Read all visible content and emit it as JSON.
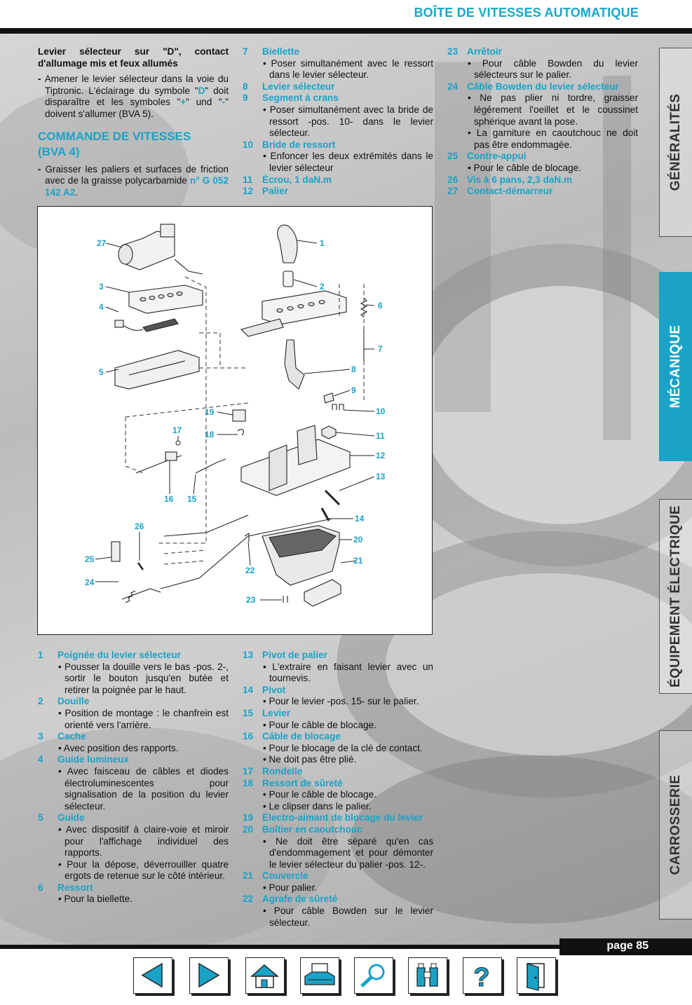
{
  "header": {
    "title": "BOÎTE DE VITESSES AUTOMATIQUE"
  },
  "intro": {
    "heading": "Levier sélecteur sur \"D\", contact d'allumage mis et feux allumés",
    "para_pre": "Amener le levier sélecteur dans la voie du Tiptronic. L'éclairage du symbole \"",
    "para_sym1": "D",
    "para_mid": "\" doit disparaître et les symboles \"",
    "para_sym2": "+",
    "para_mid2": "\" und \"",
    "para_sym3": "-",
    "para_post": "\" doivent s'allumer (BVA 5).",
    "section_title_1": "COMMANDE DE VITESSES",
    "section_title_2": "(BVA 4)",
    "para2_pre": "Graisser les paliers et surfaces de friction avec de la graisse polycarbamide ",
    "para2_ref": "n° G 052 142 A2",
    "para2_post": "."
  },
  "list_top_mid": [
    {
      "num": "7",
      "title": "Biellette",
      "notes": [
        "Poser simultanément avec le ressort dans le levier sélecteur."
      ]
    },
    {
      "num": "8",
      "title": "Levier sélecteur",
      "notes": []
    },
    {
      "num": "9",
      "title": "Segment à crans",
      "notes": [
        "Poser simultanément avec la bride de ressort -pos. 10- dans le levier sélecteur."
      ]
    },
    {
      "num": "10",
      "title": "Bride de ressort",
      "notes": [
        "Enfoncer les deux extrémités dans le levier sélecteur"
      ]
    },
    {
      "num": "11",
      "title": "Écrou, 1 daN.m",
      "notes": []
    },
    {
      "num": "12",
      "title": "Palier",
      "notes": []
    }
  ],
  "list_top_right": [
    {
      "num": "23",
      "title": "Arrêtoir",
      "notes": [
        "Pour câble Bowden du levier sélecteurs sur le palier."
      ]
    },
    {
      "num": "24",
      "title": "Câble Bowden du levier sélecteur",
      "notes": [
        "Ne pas plier ni tordre, graisser légèrement l'oeillet et le coussinet sphérique avant la pose.",
        "La garniture en caoutchouc ne doit pas être endommagée."
      ]
    },
    {
      "num": "25",
      "title": "Contre-appui",
      "notes": [
        "Pour le câble de blocage."
      ]
    },
    {
      "num": "26",
      "title": "Vis à 6 pans, 2,3 daN.m",
      "notes": []
    },
    {
      "num": "27",
      "title": "Contact-démarreur",
      "notes": []
    }
  ],
  "list_bottom_left": [
    {
      "num": "1",
      "title": "Poignée du levier sélecteur",
      "notes": [
        "Pousser la douille vers le bas -pos. 2-, sortir le bouton jusqu'en butée et retirer la poignée par le haut."
      ]
    },
    {
      "num": "2",
      "title": "Douille",
      "notes": [
        "Position de montage : le chanfrein est orienté vers l'arrière."
      ]
    },
    {
      "num": "3",
      "title": "Cache",
      "notes": [
        "Avec position des rapports."
      ]
    },
    {
      "num": "4",
      "title": "Guide lumineux",
      "notes": [
        "Avec faisceau de câbles et diodes électroluminescentes pour signalisation de la position du levier sélecteur."
      ]
    },
    {
      "num": "5",
      "title": "Guide",
      "notes": [
        "Avec dispositif à claire-voie et miroir pour l'affichage individuel des rapports.",
        "Pour la dépose, déverrouiller quatre ergots de retenue sur le côté intérieur."
      ]
    },
    {
      "num": "6",
      "title": "Ressort",
      "notes": [
        "Pour la biellette."
      ]
    }
  ],
  "list_bottom_mid": [
    {
      "num": "13",
      "title": "Pivot de palier",
      "notes": [
        "L'extraire en faisant levier avec un tournevis."
      ]
    },
    {
      "num": "14",
      "title": "Pivot",
      "notes": [
        "Pour le levier -pos. 15- sur le palier."
      ]
    },
    {
      "num": "15",
      "title": "Levier",
      "notes": [
        "Pour le câble de blocage."
      ]
    },
    {
      "num": "16",
      "title": "Câble de blocage",
      "notes": [
        "Pour le blocage de la clé de contact.",
        "Ne doit pas être plié."
      ]
    },
    {
      "num": "17",
      "title": "Rondelle",
      "notes": []
    },
    {
      "num": "18",
      "title": "Ressort de sûreté",
      "notes": [
        "Pour le câble de blocage.",
        "Le clipser dans le palier."
      ]
    },
    {
      "num": "19",
      "title": "Électro-aimant de blocage du levier",
      "notes": []
    },
    {
      "num": "20",
      "title": "Boîtier en caoutchouc",
      "notes": [
        "Ne doit être séparé qu'en cas d'endommagement et pour démonter le levier sélecteur du palier -pos. 12-."
      ]
    },
    {
      "num": "21",
      "title": "Couvercle",
      "notes": [
        "Pour palier."
      ]
    },
    {
      "num": "22",
      "title": "Agrafe de sûreté",
      "notes": [
        "Pour câble Bowden sur le levier sélecteur."
      ]
    }
  ],
  "diagram": {
    "labels": [
      "27",
      "3",
      "4",
      "5",
      "1",
      "2",
      "6",
      "7",
      "8",
      "9",
      "10",
      "11",
      "12",
      "13",
      "14",
      "19",
      "17",
      "18",
      "16",
      "15",
      "26",
      "25",
      "24",
      "22",
      "23",
      "20",
      "21"
    ]
  },
  "tabs": [
    {
      "label": "GÉNÉRALITÉS",
      "active": false
    },
    {
      "label": "MÉCANIQUE",
      "active": true
    },
    {
      "label": "ÉQUIPEMENT ÉLECTRIQUE",
      "active": false
    },
    {
      "label": "CARROSSERIE",
      "active": false
    }
  ],
  "footer": {
    "page": "page 85"
  },
  "nav_icons": [
    "previous-arrow-icon",
    "next-arrow-icon",
    "home-icon",
    "print-icon",
    "search-icon",
    "binoculars-icon",
    "help-icon",
    "exit-door-icon"
  ],
  "colors": {
    "accent": "#1aa2c7",
    "bar": "#111111"
  }
}
